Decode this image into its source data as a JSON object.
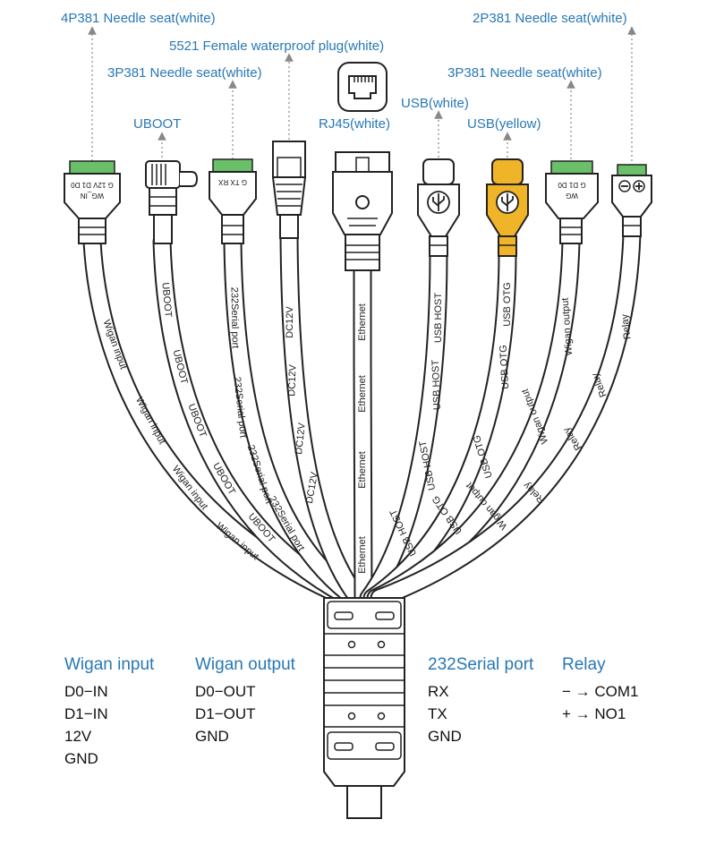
{
  "top_labels": {
    "wiegand_in": "4P381 Needle seat(white)",
    "relay": "2P381 Needle seat(white)",
    "dc": "5521 Female waterproof plug(white)",
    "serial": "3P381 Needle seat(white)",
    "wiegand_out": "3P381 Needle seat(white)",
    "usb_host": "USB(white)",
    "uboot": "UBOOT",
    "rj45": "RJ45(white)",
    "usb_otg": "USB(yellow)"
  },
  "plug_marks": {
    "wg_in_pins": "G 12V D1 D0",
    "wg_in_name": "WG_IN",
    "serial_pins": "G TX RX",
    "wg_out_pins": "G D1 D0",
    "wg_out_name": "WG"
  },
  "cable_texts": {
    "wiegand_input": "Wigan input",
    "uboot": "UBOOT",
    "serial": "232Serial port",
    "dc": "DC12V",
    "ethernet": "Ethernet",
    "usb_host": "USB HOST",
    "usb_otg": "USB OTG",
    "wiegand_output": "Wigan output",
    "relay": "Relay"
  },
  "legend": {
    "wiegand_input": {
      "title": "Wigan input",
      "rows": [
        "D0−IN",
        "D1−IN",
        "12V",
        "GND"
      ]
    },
    "wiegand_output": {
      "title": "Wigan output",
      "rows": [
        "D0−OUT",
        "D1−OUT",
        "GND"
      ]
    },
    "serial": {
      "title": "232Serial port",
      "rows": [
        "RX",
        "TX",
        "GND"
      ]
    },
    "relay": {
      "title": "Relay",
      "rows": [
        "− → COM1",
        "+ → NO1"
      ]
    }
  },
  "colors": {
    "label_blue": "#2878b5",
    "terminal_green": "#6abf69",
    "usb_yellow": "#f0b429",
    "outline": "#222222"
  }
}
